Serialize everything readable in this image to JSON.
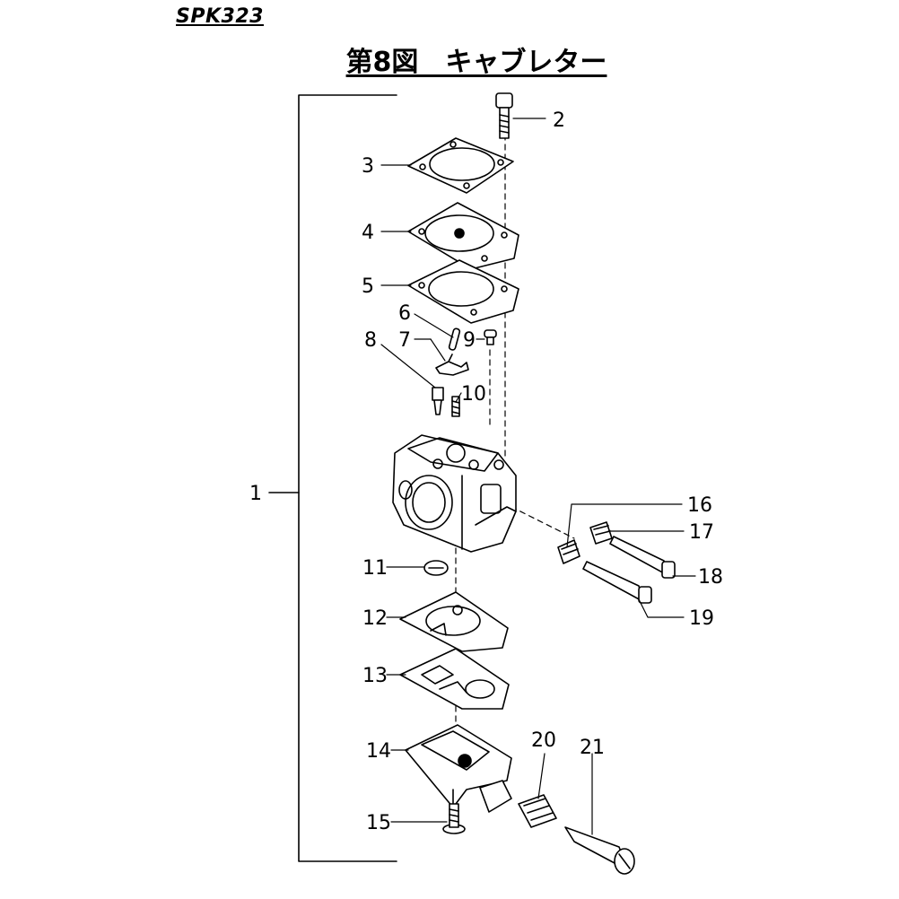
{
  "header": {
    "model": "SPK323",
    "title": "第8図　キャブレター"
  },
  "callouts": [
    "1",
    "2",
    "3",
    "4",
    "5",
    "6",
    "7",
    "8",
    "9",
    "10",
    "11",
    "12",
    "13",
    "14",
    "15",
    "16",
    "17",
    "18",
    "19",
    "20",
    "21"
  ]
}
